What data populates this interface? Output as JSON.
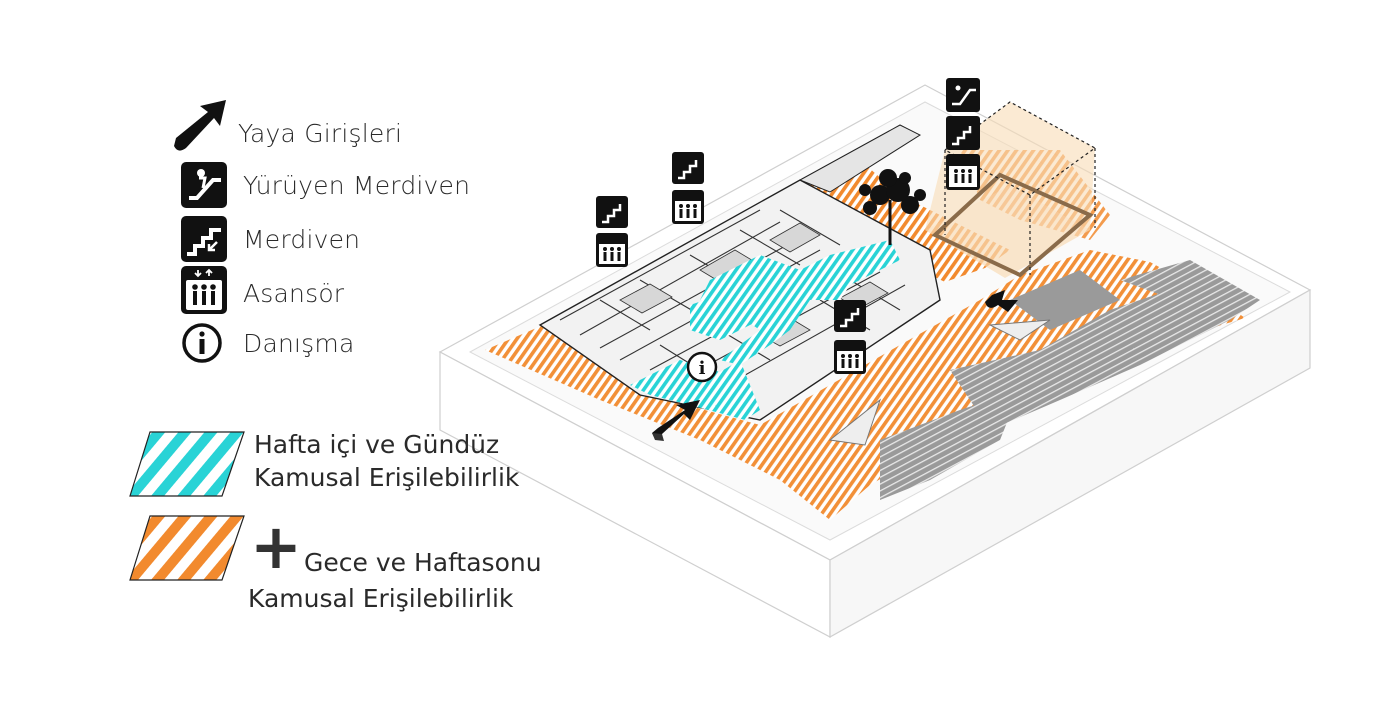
{
  "legend": {
    "entrance": {
      "label": "Yaya Girişleri",
      "icon": "entrance-arrow-icon"
    },
    "escalator": {
      "label": "Yürüyen Merdiven",
      "icon": "escalator-icon"
    },
    "stairs": {
      "label": "Merdiven",
      "icon": "stairs-icon"
    },
    "elevator": {
      "label": "Asansör",
      "icon": "elevator-icon"
    },
    "info": {
      "label": "Danışma",
      "icon": "info-icon"
    }
  },
  "access": {
    "weekday": {
      "line1": "Hafta içi ve Gündüz",
      "line2": "Kamusal Erişilebilirlik",
      "color": "#29d3d6"
    },
    "weekend": {
      "plus": "+",
      "line1": "Gece ve Haftasonu",
      "line2": "Kamusal Erişilebilirlik",
      "color": "#f28a2e"
    }
  },
  "colors": {
    "cyan": "#29d3d6",
    "orange": "#f28a2e",
    "orange_light": "#f6c99a",
    "block_beige": "#f8dcb6",
    "dark": "#111111",
    "gray": "#8a8a8a"
  }
}
